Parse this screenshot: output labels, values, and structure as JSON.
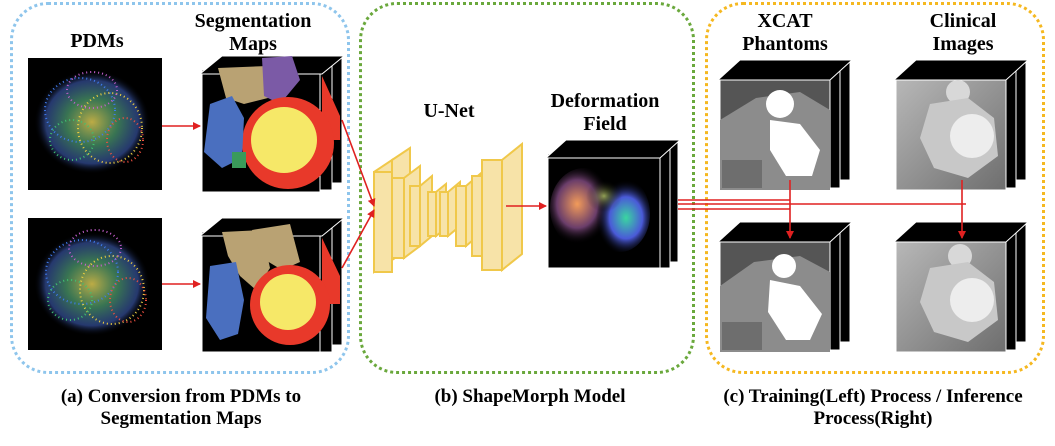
{
  "panel_a": {
    "pdms_label": "PDMs",
    "seg_label_line1": "Segmentation",
    "seg_label_line2": "Maps",
    "caption_line1": "(a) Conversion from PDMs to",
    "caption_line2": "Segmentation Maps",
    "border_color": "#8ec5ec"
  },
  "panel_b": {
    "unet_label": "U-Net",
    "deform_label_line1": "Deformation",
    "deform_label_line2": "Field",
    "caption": "(b) ShapeMorph Model",
    "border_color": "#6aa83c"
  },
  "panel_c": {
    "xcat_label_line1": "XCAT",
    "xcat_label_line2": "Phantoms",
    "clinical_label_line1": "Clinical",
    "clinical_label_line2": "Images",
    "caption_line1": "(c) Training(Left) Process / Inference",
    "caption_line2": "Process(Right)",
    "border_color": "#f5b820"
  },
  "colors": {
    "arrow": "#e02020",
    "unet_fill": "#f7e3a8",
    "unet_stroke": "#f0c84a",
    "seg_tan": "#b9a273",
    "seg_purple": "#7b5aa6",
    "seg_blue": "#4a6fbf",
    "seg_yellow": "#f6e868",
    "seg_red": "#e8392a",
    "seg_green": "#3a9a5a"
  }
}
